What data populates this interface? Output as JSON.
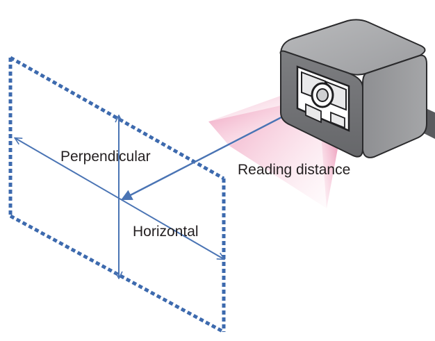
{
  "labels": {
    "perpendicular": "Perpendicular",
    "horizontal": "Horizontal",
    "reading_distance": "Reading distance"
  },
  "colors": {
    "frame": "#3d6aae",
    "arrow": "#4a74b4",
    "beam": "#e0457f",
    "housing": "#8a8b8e",
    "housing_dark": "#4b4c4f",
    "text": "#231f20"
  },
  "icons": {
    "scanner": "barcode-reader-icon"
  }
}
